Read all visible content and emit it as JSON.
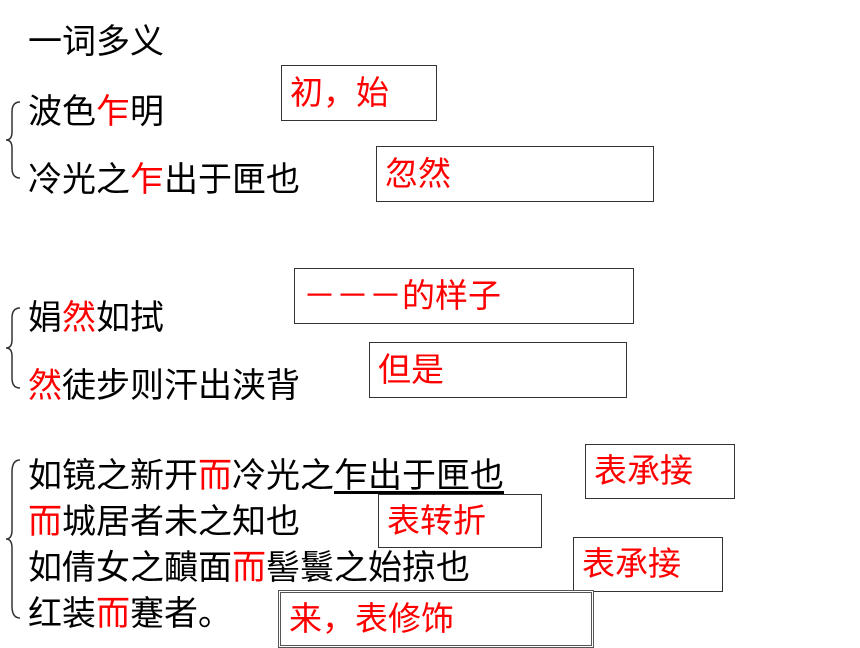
{
  "title": "一词多义",
  "groups": [
    {
      "lines": [
        {
          "parts": [
            {
              "t": "波色"
            },
            {
              "t": "乍",
              "red": true
            },
            {
              "t": "明"
            }
          ]
        },
        {
          "parts": [
            {
              "t": "冷光之"
            },
            {
              "t": "乍",
              "red": true
            },
            {
              "t": "出于匣也"
            }
          ]
        }
      ],
      "answers": [
        "初，始",
        "忽然"
      ]
    },
    {
      "lines": [
        {
          "parts": [
            {
              "t": "娟"
            },
            {
              "t": "然",
              "red": true
            },
            {
              "t": "如拭"
            }
          ]
        },
        {
          "parts": [
            {
              "t": "然",
              "red": true
            },
            {
              "t": "徒步则汗出浃背"
            }
          ]
        }
      ],
      "answers": [
        "－－－的样子",
        "但是"
      ]
    },
    {
      "lines": [
        {
          "parts": [
            {
              "t": "如镜之新开"
            },
            {
              "t": "而",
              "red": true
            },
            {
              "t": "冷光之"
            },
            {
              "t": "乍出于匣也",
              "underline": true
            }
          ]
        },
        {
          "parts": [
            {
              "t": "而",
              "red": true
            },
            {
              "t": "城居者未之知也"
            }
          ]
        },
        {
          "parts": [
            {
              "t": "如倩女之靧面"
            },
            {
              "t": "而",
              "red": true
            },
            {
              "t": "髻鬟之始掠也"
            }
          ]
        },
        {
          "parts": [
            {
              "t": "红装"
            },
            {
              "t": "而",
              "red": true
            },
            {
              "t": "蹇者。"
            }
          ]
        }
      ],
      "answers": [
        "表承接",
        "表转折",
        "表承接",
        "来，表修饰"
      ]
    }
  ],
  "colors": {
    "highlight": "#ff0000",
    "text": "#000000",
    "border": "#333333"
  }
}
